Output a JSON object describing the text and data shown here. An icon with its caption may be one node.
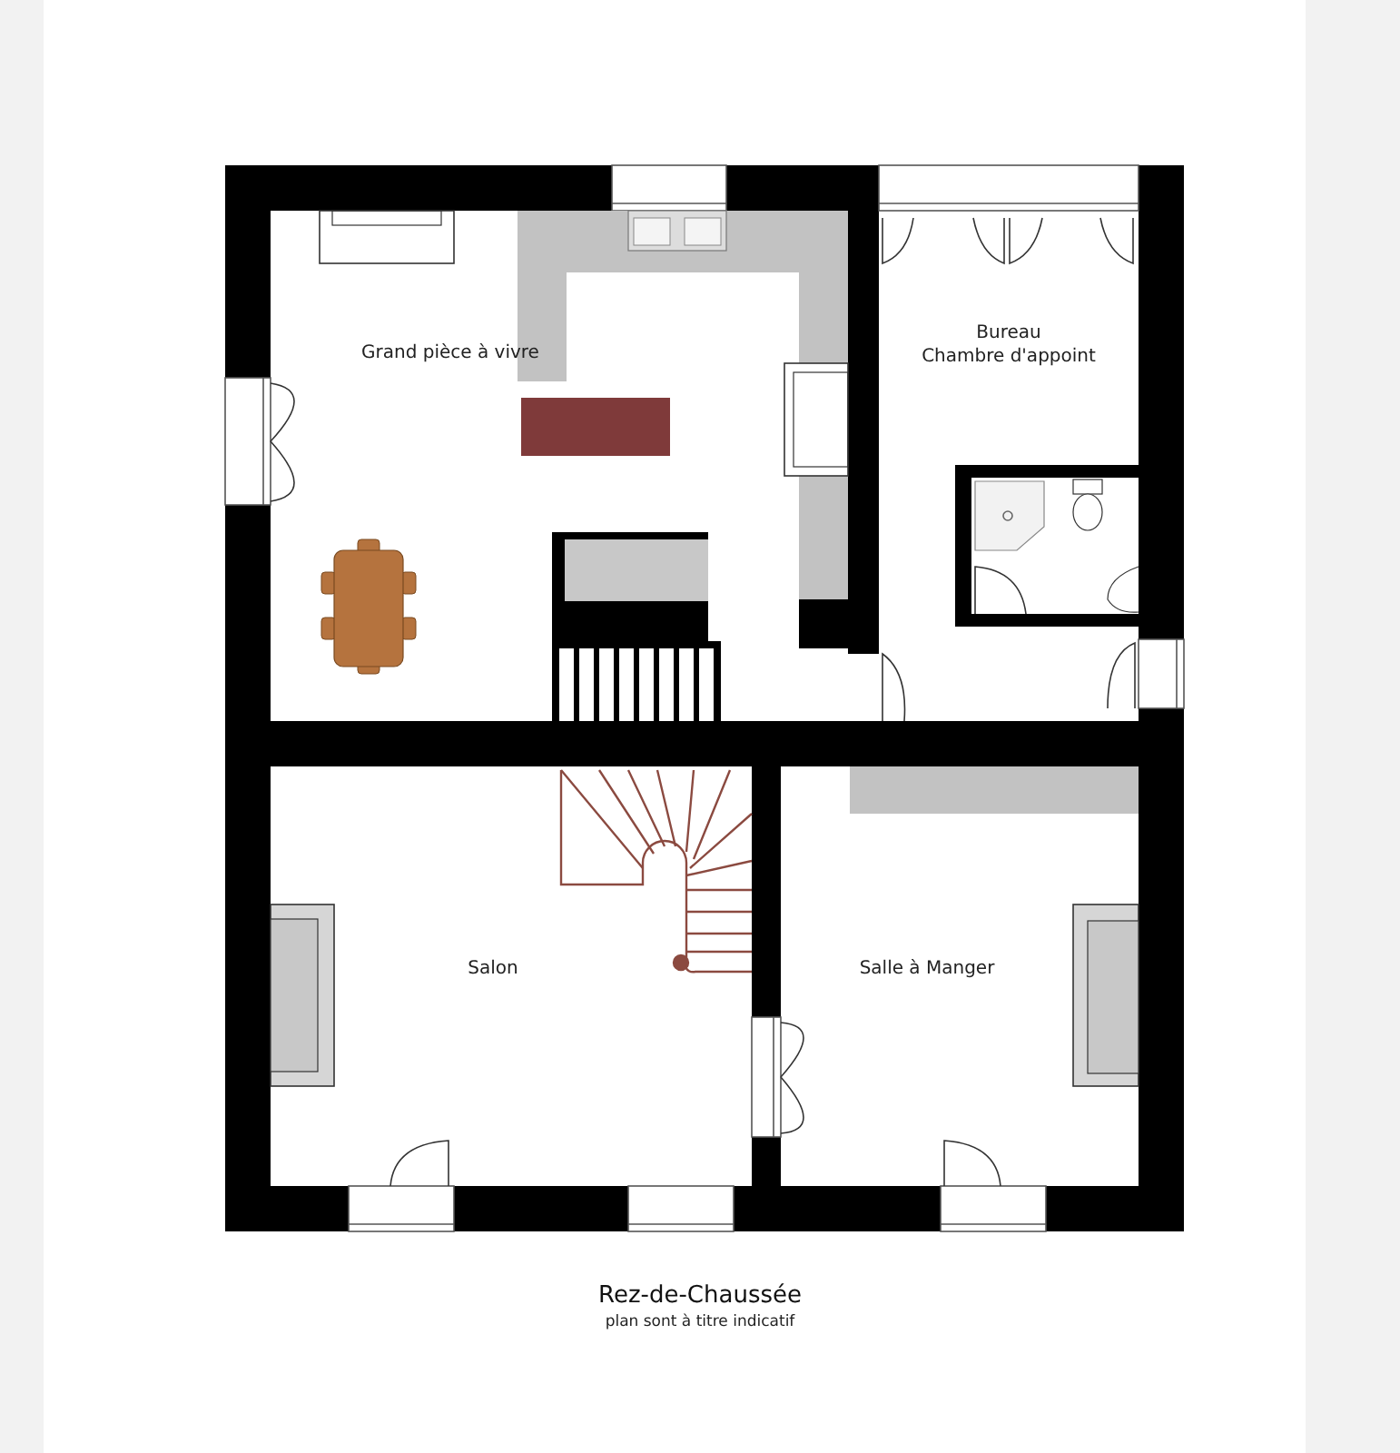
{
  "diagram": {
    "title": "Rez-de-Chaussée",
    "caption": "plan sont à titre indicatif",
    "nodes": [
      {
        "text": [
          "Grand pièce à vivre"
        ]
      },
      {
        "text": [
          "Bureau",
          "Chambre d'appoint"
        ]
      },
      {
        "text": [
          "Salon"
        ]
      },
      {
        "text": [
          "Salle à Manger"
        ]
      }
    ]
  }
}
